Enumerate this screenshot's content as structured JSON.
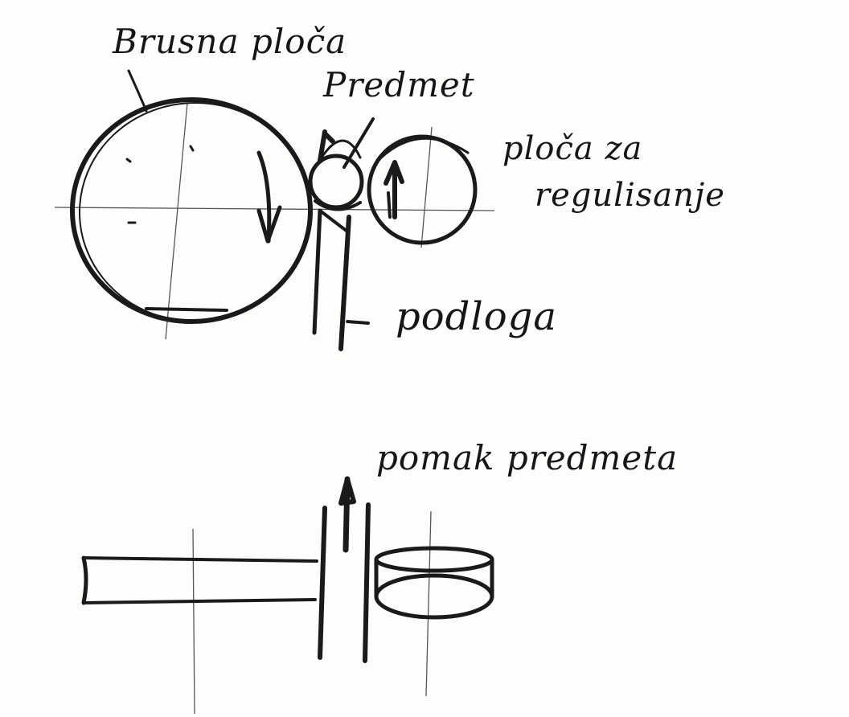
{
  "labels": {
    "grinding_wheel": "Brusna ploča",
    "workpiece": "Predmet",
    "regulating_wheel_line1": "ploča za",
    "regulating_wheel_line2": "regulisanje",
    "work_rest": "podloga",
    "workpiece_feed": "pomak predmeta"
  },
  "colors": {
    "ink": "#1a1a1a",
    "paper": "#fdfdfb",
    "construction_line": "#555555"
  }
}
